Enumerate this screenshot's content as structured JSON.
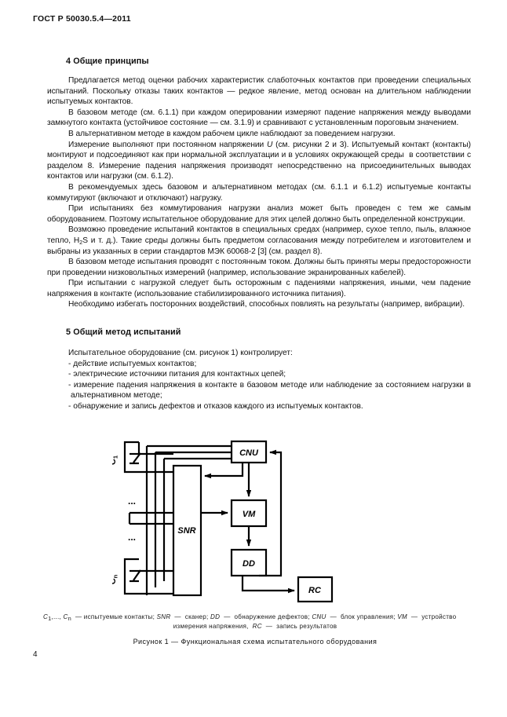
{
  "document": {
    "running_head": "ГОСТ Р 50030.5.4—2011",
    "page_number": "4"
  },
  "sections": [
    {
      "heading": "4 Общие принципы",
      "paragraphs": [
        "Предлагается метод оценки рабочих характеристик слаботочных контактов при проведении специальных испытаний. Поскольку отказы таких контактов — редкое явление, метод основан на длительном наблюдении испытуемых контактов.",
        "В базовом методе (см. 6.1.1) при каждом оперировании измеряют падение напряжения между выводами замкнутого контакта (устойчивое состояние — см. 3.1.9) и сравнивают с установленным пороговым значением.",
        "В альтернативном методе в каждом рабочем цикле наблюдают за поведением нагрузки.",
        "Измерение выполняют при постоянном напряжении U (см. рисунки 2 и 3). Испытуемый контакт (контакты) монтируют и подсоединяют как при нормальной эксплуатации и в условиях окружающей среды  в соответствии с разделом 8. Измерение падения напряжения производят непосредственно на присоединительных выводах контактов или нагрузки (см. 6.1.2).",
        "В рекомендуемых здесь базовом и альтернативном методах (см. 6.1.1 и 6.1.2) испытуемые контакты коммутируют (включают и отключают) нагрузку.",
        "При испытаниях без коммутирования  нагрузки анализ может быть проведен с тем же самым оборудованием. Поэтому испытательное оборудование для этих целей должно быть определенной конструкции.",
        "Возможно проведение испытаний контактов в специальных средах (например, сухое тепло, пыль, влажное тепло, H2S и т. д.). Такие среды должны быть предметом согласования между потребителем и изготовителем и выбраны из указанных в серии стандартов МЭК 60068-2 [3] (см. раздел 8).",
        "В базовом методе испытания проводят с постоянным током. Должны быть приняты меры предосторожности при проведении низковольтных измерений (например, использование экранированных кабелей).",
        "При испытании с нагрузкой следует быть осторожным с падениями напряжения, иными, чем падение напряжения в контакте (использование стабилизированного источника питания).",
        "Необходимо избегать посторонних воздействий, способных повлиять на результаты (например, вибрации)."
      ]
    },
    {
      "heading": "5 Общий метод испытаний",
      "lead": "Испытательное оборудование (см. рисунок 1) контролирует:",
      "items": [
        "- действие испытуемых контактов;",
        "- электрические источники питания для контактных цепей;",
        "- измерение падения напряжения в контакте в базовом методе или наблюдение за состоянием нагрузки в альтернативном методе;",
        "- обнаружение и запись дефектов и отказов каждого из испытуемых контактов."
      ]
    }
  ],
  "figure": {
    "blocks": {
      "cnu": "CNU",
      "vm": "VM",
      "dd": "DD",
      "rc": "RC",
      "snr": "SNR",
      "contact_first": "C",
      "contact_first_sub": "1",
      "contact_last": "C",
      "contact_last_sub": "n",
      "ellipsis": "..."
    },
    "legend_line1": "C1,..., Cn  — испытуемые контакты; SNR  —  сканер; DD  —  обнаружение дефектов; CNU  —  блок управления; VM  —  устройство",
    "legend_line2": "измерения напряжения,  RC  —  запись результатов",
    "caption": "Рисунок 1 — Функциональная схема испытательного оборудования"
  },
  "colors": {
    "ink": "#111111",
    "paper": "#ffffff"
  }
}
